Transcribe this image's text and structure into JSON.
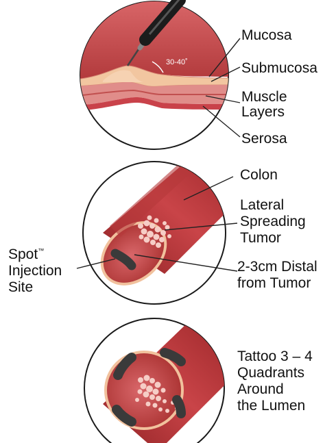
{
  "colors": {
    "tissue_dark": "#9e2a2b",
    "tissue_mid": "#c8464a",
    "tissue_light": "#e79a8e",
    "submucosa": "#f4c7a1",
    "tumor": "#f6c9c2",
    "tattoo": "#3a3a3a",
    "text": "#111111"
  },
  "panel1": {
    "angle": "30-40˚",
    "labels": {
      "mucosa": "Mucosa",
      "submucosa": "Submucosa",
      "muscle_1": "Muscle",
      "muscle_2": "Layers",
      "serosa": "Serosa"
    }
  },
  "panel2": {
    "labels": {
      "colon": "Colon",
      "tumor_1": "Lateral",
      "tumor_2": "Spreading",
      "tumor_3": "Tumor",
      "distal_1": "2-3cm Distal",
      "distal_2": "from Tumor",
      "spot_1": "Spot",
      "spot_tm": "™",
      "spot_2": "Injection",
      "spot_3": "Site"
    }
  },
  "panel3": {
    "labels": {
      "line1": "Tattoo 3 – 4",
      "line2": "Quadrants",
      "line3": "Around",
      "line4": "the Lumen"
    }
  }
}
